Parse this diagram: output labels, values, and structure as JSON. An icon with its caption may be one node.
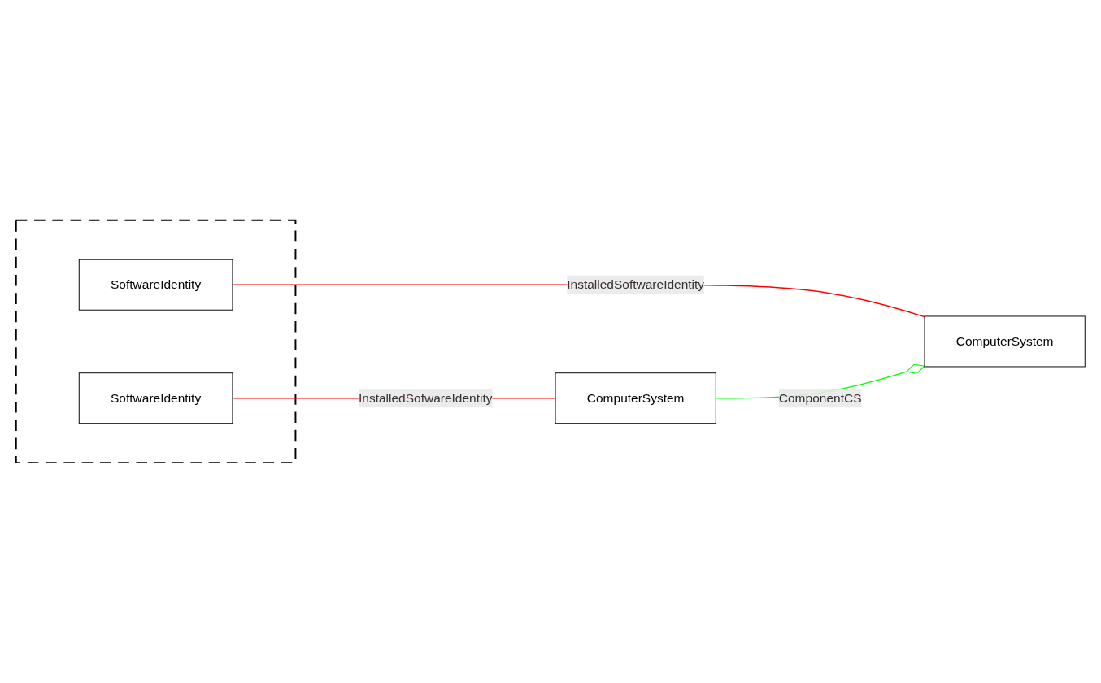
{
  "diagram": {
    "nodes": [
      {
        "text": [],
        "shape": "box"
      },
      {
        "text": [
          "SoftwareIdentity"
        ],
        "in": 0
      },
      {
        "text": [
          "SoftwareIdentity"
        ],
        "in": 0
      },
      {
        "text": [
          "ComputerSystem"
        ]
      },
      {
        "text": [
          "ComputerSystem"
        ]
      }
    ],
    "edges": [
      {
        "from": 1,
        "to": 3,
        "arrow": "none",
        "label": "InstalledSoftwareIdentity"
      },
      {
        "from": 2,
        "to": 4,
        "arrow": "none",
        "label": "InstalledSofwareIdentity"
      },
      {
        "from": 4,
        "to": 3,
        "arrow": "other",
        "label": "ComponentCS",
        "color": "#00ff00"
      }
    ]
  }
}
